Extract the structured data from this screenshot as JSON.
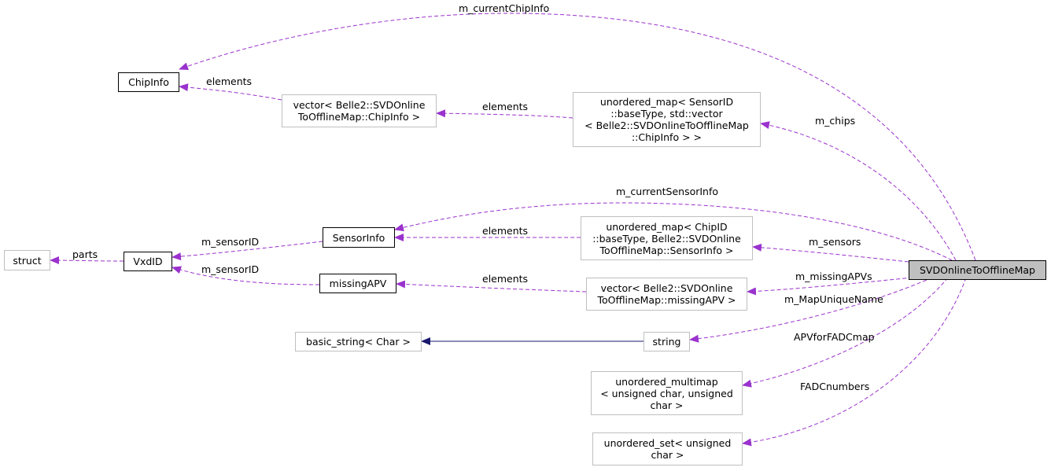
{
  "nodes": {
    "chipinfo": {
      "lines": [
        "ChipInfo"
      ]
    },
    "vec_chipinfo": {
      "lines": [
        "vector< Belle2::SVDOnline",
        "ToOfflineMap::ChipInfo >"
      ]
    },
    "umap_chips": {
      "lines": [
        "unordered_map< SensorID",
        "::baseType, std::vector",
        "< Belle2::SVDOnlineToOfflineMap",
        "::ChipInfo > >"
      ]
    },
    "sensorinfo": {
      "lines": [
        "SensorInfo"
      ]
    },
    "umap_sensors": {
      "lines": [
        "unordered_map< ChipID",
        "::baseType, Belle2::SVDOnline",
        "ToOfflineMap::SensorInfo >"
      ]
    },
    "struct": {
      "lines": [
        "struct"
      ]
    },
    "vxdid": {
      "lines": [
        "VxdID"
      ]
    },
    "missingapv": {
      "lines": [
        "missingAPV"
      ]
    },
    "vec_missingapv": {
      "lines": [
        "vector< Belle2::SVDOnline",
        "ToOfflineMap::missingAPV >"
      ]
    },
    "basic_string": {
      "lines": [
        "basic_string< Char >"
      ]
    },
    "string": {
      "lines": [
        "string"
      ]
    },
    "multimap": {
      "lines": [
        "unordered_multimap",
        "< unsigned char, unsigned",
        "char >"
      ]
    },
    "uset": {
      "lines": [
        "unordered_set< unsigned",
        "char >"
      ]
    },
    "main": {
      "lines": [
        "SVDOnlineToOfflineMap"
      ]
    }
  },
  "edges": {
    "m_currentChipInfo": "m_currentChipInfo",
    "elements_chipinfo": "elements",
    "elements_vec_chip": "elements",
    "m_chips": "m_chips",
    "m_currentSensorInfo": "m_currentSensorInfo",
    "m_sensorID_1": "m_sensorID",
    "elements_sensor": "elements",
    "m_sensors": "m_sensors",
    "parts": "parts",
    "m_sensorID_2": "m_sensorID",
    "elements_missing": "elements",
    "m_missingAPVs": "m_missingAPVs",
    "m_MapUniqueName": "m_MapUniqueName",
    "APVforFADCmap": "APVforFADCmap",
    "FADCnumbers": "FADCnumbers"
  },
  "colors": {
    "usage_edge": "#9a32cd",
    "inheritance_edge": "#191970",
    "main_fill": "#bfbfbf",
    "node_border": "#000000",
    "light_border": "#bfbfbf"
  }
}
